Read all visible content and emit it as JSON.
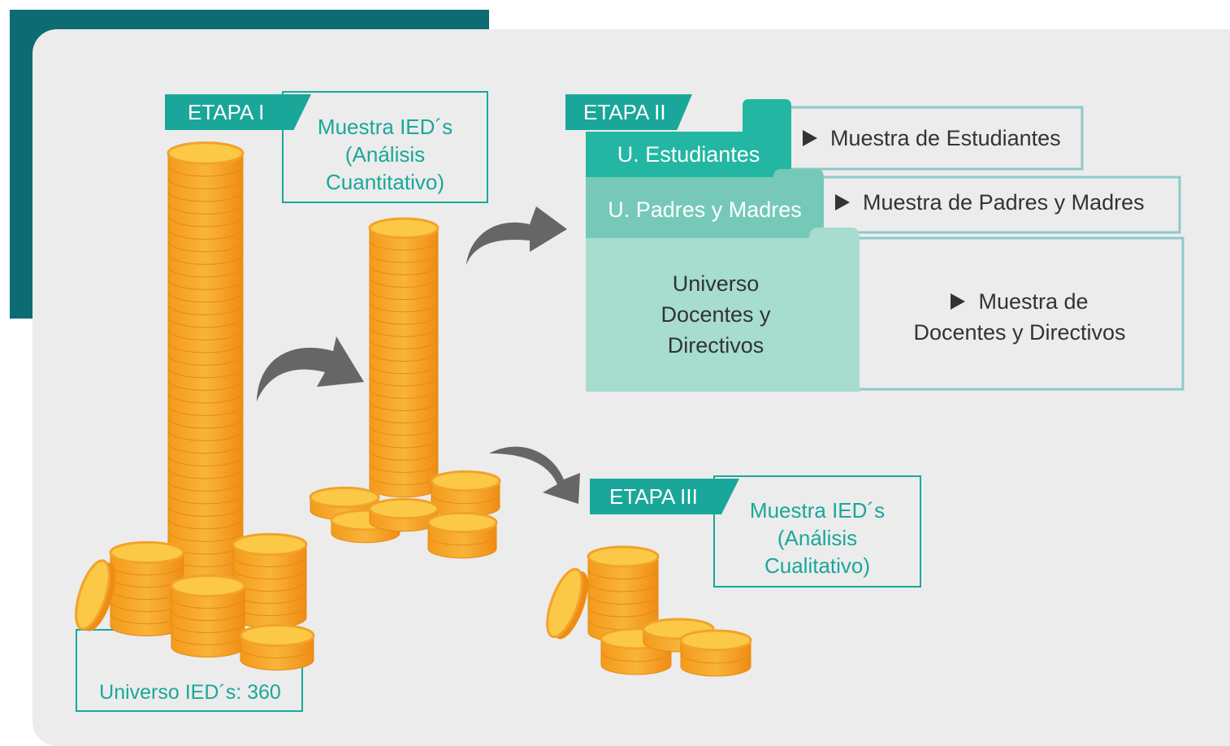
{
  "colors": {
    "teal": "#1aa79a",
    "dark_teal": "#0d6b73",
    "panel_bg": "#ececec",
    "coin": "#f6a623",
    "arrow": "#666666"
  },
  "stage1": {
    "tag": "ETAPA I",
    "label_line1": "Muestra IED´s",
    "label_line2": "(Análisis",
    "label_line3": "Cuantitativo)"
  },
  "universe": {
    "label": "Universo IED´s: 360"
  },
  "stage2": {
    "tag": "ETAPA II",
    "rows": [
      {
        "tab": "U. Estudiantes",
        "sample": "Muestra de Estudiantes"
      },
      {
        "tab": "U. Padres y Madres",
        "sample": "Muestra de Padres y Madres"
      },
      {
        "tab_line1": "Universo",
        "tab_line2": "Docentes y",
        "tab_line3": "Directivos",
        "sample_line1": "Muestra de",
        "sample_line2": "Docentes y Directivos"
      }
    ]
  },
  "stage3": {
    "tag": "ETAPA III",
    "label_line1": "Muestra IED´s",
    "label_line2": "(Análisis",
    "label_line3": "Cualitativo)"
  },
  "icons": [
    "curved-arrow-icon",
    "coin-stack-icon",
    "play-triangle-icon"
  ]
}
